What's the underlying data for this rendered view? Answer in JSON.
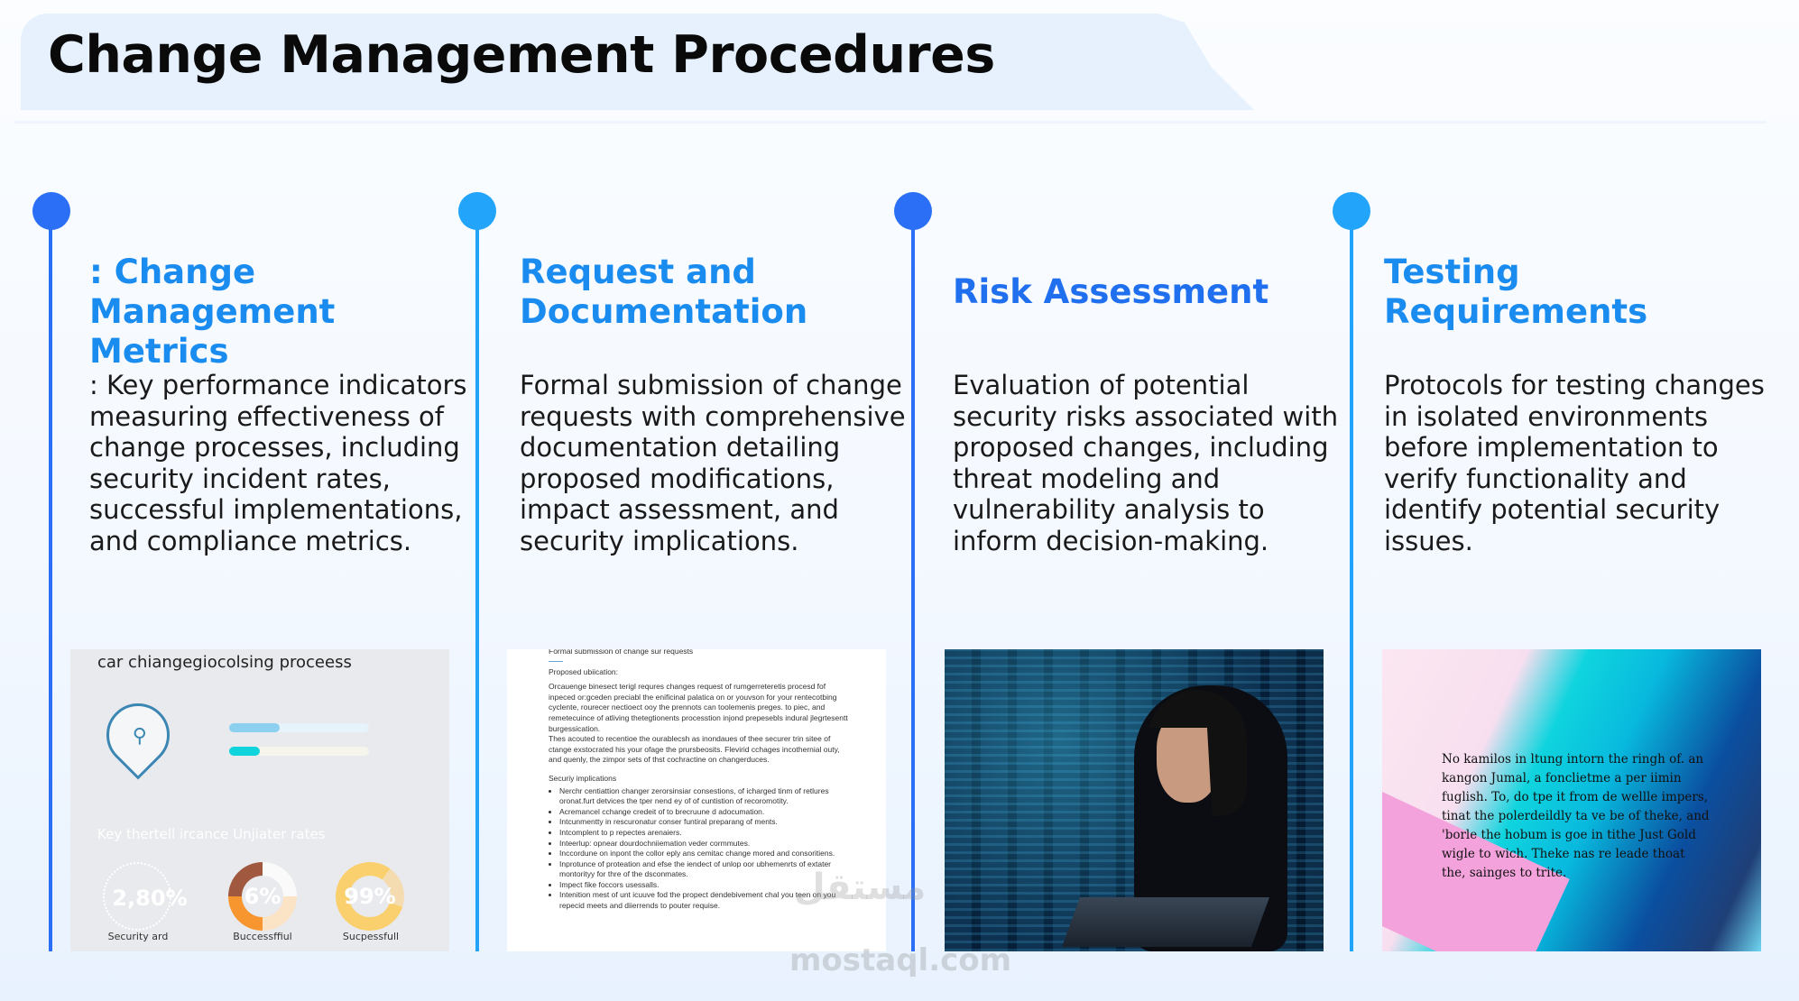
{
  "title": "Change Management Procedures",
  "colors": {
    "dot_dark": "#2a6ff5",
    "dot_light": "#22a4fb",
    "heading": "#1a8cf0",
    "heading_dark": "#1f6fee"
  },
  "steps": [
    {
      "heading": ": Change Management Metrics",
      "body": ": Key performance indicators measuring effectiveness of change processes, including security incident rates, successful implementations, and compliance metrics."
    },
    {
      "heading": "Request and Documentation",
      "body": "Formal submission of change requests with comprehensive documentation detailing proposed modifications, impact assessment, and security implications."
    },
    {
      "heading": "Risk Assessment",
      "body": "Evaluation of potential security risks associated with proposed changes, including threat modeling and vulnerability analysis to inform decision-making."
    },
    {
      "heading": "Testing Requirements",
      "body": "Protocols for testing changes in isolated environments before implementation to verify functionality and identify potential security issues."
    }
  ],
  "image1": {
    "title": "car chiangegiocolsing proceess",
    "subtitle": "Key thertell ircance Unjiater rates",
    "bars": [
      0.36,
      0.22
    ],
    "stats": [
      {
        "value": "2,80%",
        "label": "Security ard"
      },
      {
        "value": "6%",
        "label": "Buccessffiul"
      },
      {
        "value": "99%",
        "label": "Sucpessfull"
      }
    ]
  },
  "image2": {
    "header": "Formal submission of change sur requests",
    "section1": "Proposed ubiication:",
    "para1": "Orcauenge binesect terigl requres changes request of rumgerreteretis procesd fof inpeced or:gceden preciabl the enificinal palatica on or youvson for your rentecotbing cyclente, rourecer nectioect ooy the prennots can toolemenis preges. to piec, and remetecuince of atliving thetegtionents processtion injond prepesebls indural jlegrtesentt burgessication.",
    "para2": "Thes acouted to recentioe the ourablecsh as inondaues of thee securer trin sitee of ctange exstocrated his your ofage the prursbeosits. Flevirid cchages incothernial outy, and quenly, the zimpor sets of thst cochractine on changerduces.",
    "section2": "Securiy implications",
    "bullets": [
      "Nerchr centiattion changer zerorsinsiar consestions, of icharged tinm of retlures oronat.furt detvices the tper nend ey of of cuntistion of recoromotity.",
      "Acremancel cchange credeit of to brecruune d adocumation.",
      "Intcunmentty in rescuronatur conser funtiral preparang of ments.",
      "Intcomplent to p repectes arenaiers.",
      "Inteerlup: opnear dourdochniiemation veder cormmutes.",
      "Inccordune on inpont the collor eply ans cemitac change mored and consoritiens.",
      "Inprotunce of proteation and efse the iendect of unlop oor ubhemenrts of extater montorityy for thre of the dsconmates.",
      "Impect fike foccors usessalls.",
      "Intenition mest of unt icuuve fod the propect dendebivement chal you teen on you repecid meets and diierrends to pouter requise."
    ]
  },
  "image4": {
    "text": "No kamilos in ltung intorn the ringh of. an kangon Jumal, a fonclietme a per iimin fuglish. To, do tpe it from de wellle impers, tinat the polerdeildly ta ve be of theke, and 'borle the hobum is goe in tithe Just Gold wigle to wich. Theke nas re leade thoat the, sainges to trite."
  },
  "watermark": "mostaql.com",
  "watermark_logo": "مستقل"
}
